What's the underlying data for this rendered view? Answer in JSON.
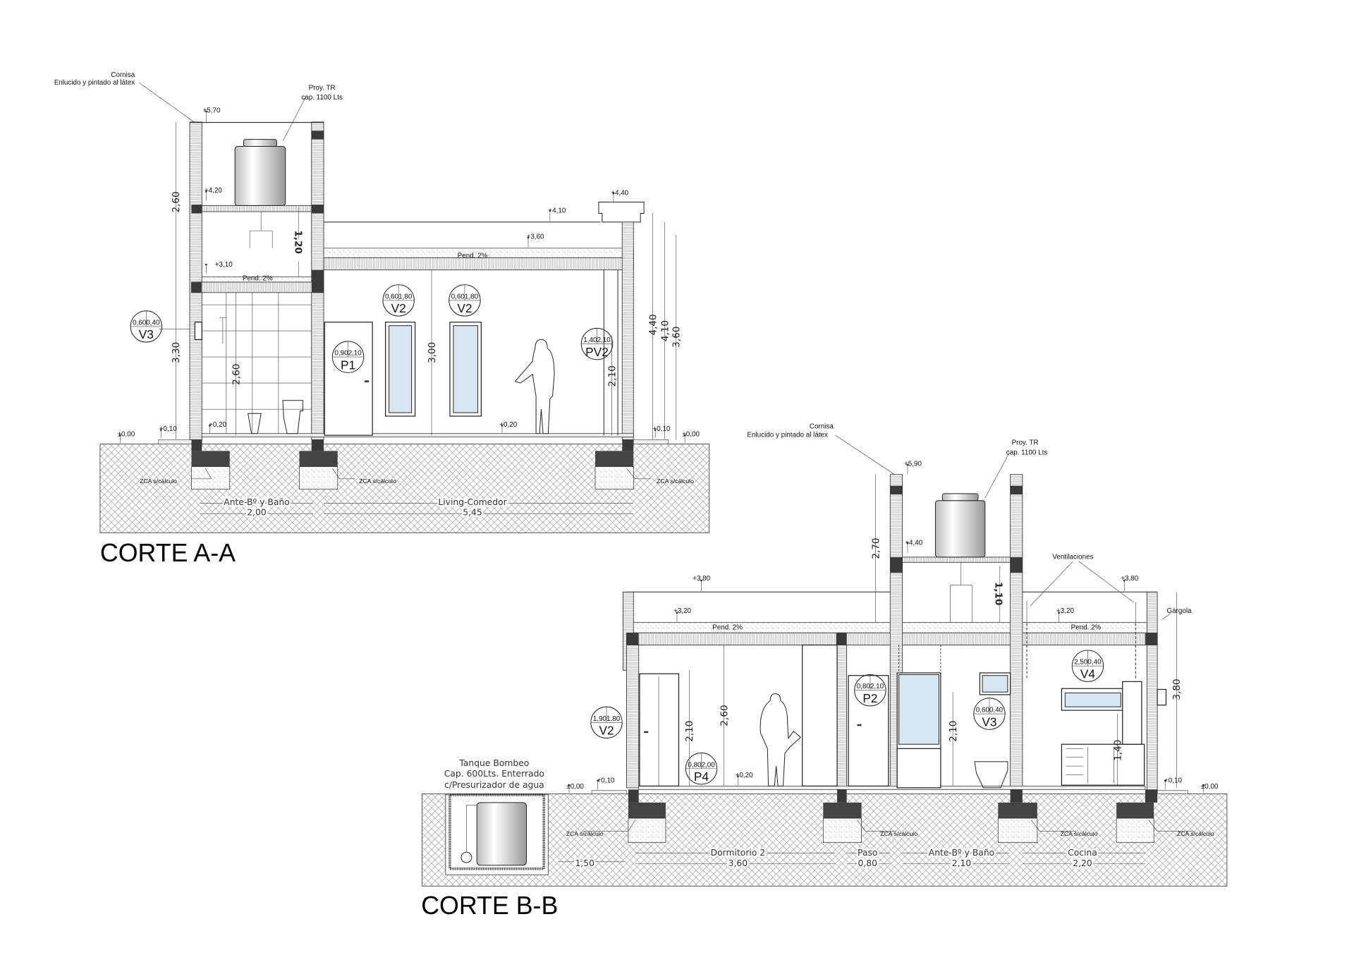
{
  "corte_aa": {
    "title": "CORTE  A-A",
    "cornisa_label": "Cornisa",
    "cornisa_detail": "Enlucido y pintado al látex",
    "tank_label": "Proy. TR",
    "tank_capacity": "cap. 1100 Lts",
    "levels": [
      "+5,70",
      "+4,20",
      "+3,10",
      "+0,20",
      "+0,10",
      "±0,00",
      "+4,10",
      "+3,60",
      "+4,40",
      "+0,20",
      "+0,10",
      "±0,00"
    ],
    "slope_labels": [
      "Pend. 2%",
      "Pend. 2%"
    ],
    "dimensions": [
      "2,60",
      "3,30",
      "1,20",
      "2,60",
      "3,00",
      "2,10",
      "4,40",
      "4,10",
      "3,60"
    ],
    "openings": [
      {
        "size_w": "0,60",
        "size_h": "0,40",
        "code": "V3"
      },
      {
        "size_w": "0,60",
        "size_h": "1,80",
        "code": "V2"
      },
      {
        "size_w": "0,60",
        "size_h": "1,80",
        "code": "V2"
      },
      {
        "size_w": "0,90",
        "size_h": "2,10",
        "code": "P1"
      },
      {
        "size_w": "1,40",
        "size_h": "2,10",
        "code": "PV2"
      }
    ],
    "footing_labels": [
      "ZCA s/cálculo",
      "ZCA s/cálculo",
      "ZCA s/cálculo"
    ],
    "rooms": [
      {
        "name": "Ante-Bº y Baño",
        "length": "2,00"
      },
      {
        "name": "Living-Comedor",
        "length": "5,45"
      }
    ]
  },
  "corte_bb": {
    "title": "CORTE  B-B",
    "cornisa_label": "Cornisa",
    "cornisa_detail": "Enlucido y pintado al látex",
    "tank_label": "Proy. TR",
    "tank_capacity": "cap. 1100 Lts",
    "ventilation_label": "Ventilaciones",
    "gargoyle_label": "Gárgola",
    "pump_tank": [
      "Tanque Bombeo",
      "Cap. 600Lts. Enterrado",
      "c/Presurizador de agua"
    ],
    "levels": [
      "+5,90",
      "+4,40",
      "+3,80",
      "+3,20",
      "+3,20",
      "+3,80",
      "+0,20",
      "+0,10",
      "±0,00",
      "+0,10",
      "±0,00"
    ],
    "slope_labels": [
      "Pend. 2%",
      "Pend. 2%"
    ],
    "dimensions": [
      "2,70",
      "1,10",
      "2,10",
      "2,60",
      "2,10",
      "1,40",
      "3,80"
    ],
    "openings": [
      {
        "size_w": "1,90",
        "size_h": "1,80",
        "code": "V2"
      },
      {
        "size_w": "0,80",
        "size_h": "2,00",
        "code": "P4"
      },
      {
        "size_w": "0,80",
        "size_h": "2,10",
        "code": "P2"
      },
      {
        "size_w": "0,60",
        "size_h": "0,40",
        "code": "V3"
      },
      {
        "size_w": "2,50",
        "size_h": "0,40",
        "code": "V4"
      }
    ],
    "footing_labels": [
      "ZCA s/cálculo",
      "ZCA s/cálculo",
      "ZCA s/cálculo",
      "ZCA s/cálculo"
    ],
    "rooms": [
      {
        "name": "Dormitorio 2",
        "length": "3,60"
      },
      {
        "name": "Paso",
        "length": "0,80"
      },
      {
        "name": "Ante-Bº y Baño",
        "length": "2,10"
      },
      {
        "name": "Cocina",
        "length": "2,20"
      }
    ],
    "pump_length": "1,50"
  }
}
